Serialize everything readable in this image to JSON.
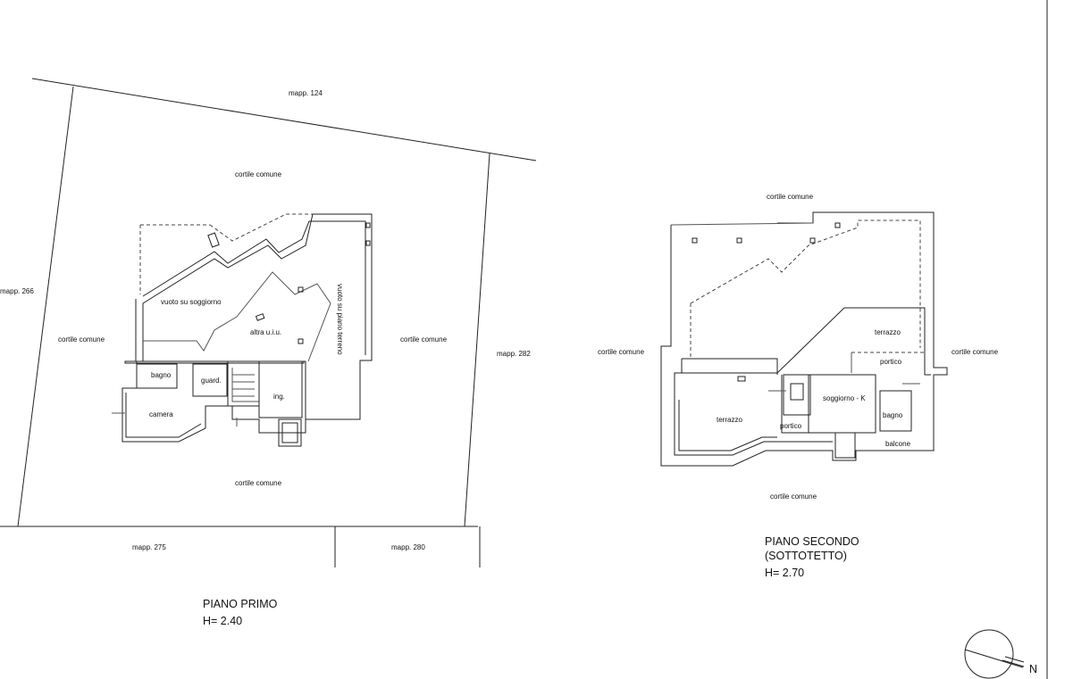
{
  "plan_primo": {
    "title": "PIANO PRIMO",
    "height": "H= 2.40",
    "labels": {
      "mapp_124": "mapp. 124",
      "mapp_266": "mapp. 266",
      "mapp_282": "mapp. 282",
      "mapp_275": "mapp. 275",
      "mapp_280": "mapp. 280",
      "cortile_top": "cortile comune",
      "cortile_left": "cortile comune",
      "cortile_right": "cortile comune",
      "cortile_bottom": "cortile comune",
      "vuoto_soggiorno": "vuoto su soggiorno",
      "altra_uiu": "altra u.i.u.",
      "vuoto_piano_terreno": "vuoto su piano terreno",
      "bagno": "bagno",
      "guard": "guard.",
      "ing": "ing.",
      "camera": "camera"
    }
  },
  "plan_secondo": {
    "title_line1": "PIANO SECONDO",
    "title_line2": "(SOTTOTETTO)",
    "height": "H= 2.70",
    "labels": {
      "cortile_top": "cortile comune",
      "cortile_left": "cortile comune",
      "cortile_right": "cortile comune",
      "cortile_bottom": "cortile comune",
      "terrazzo_top": "terrazzo",
      "portico_top": "portico",
      "soggiorno": "soggiorno - K",
      "bagno": "bagno",
      "terrazzo_left": "terrazzo",
      "portico_bottom": "portico",
      "balcone": "balcone"
    }
  },
  "north_label": "N"
}
